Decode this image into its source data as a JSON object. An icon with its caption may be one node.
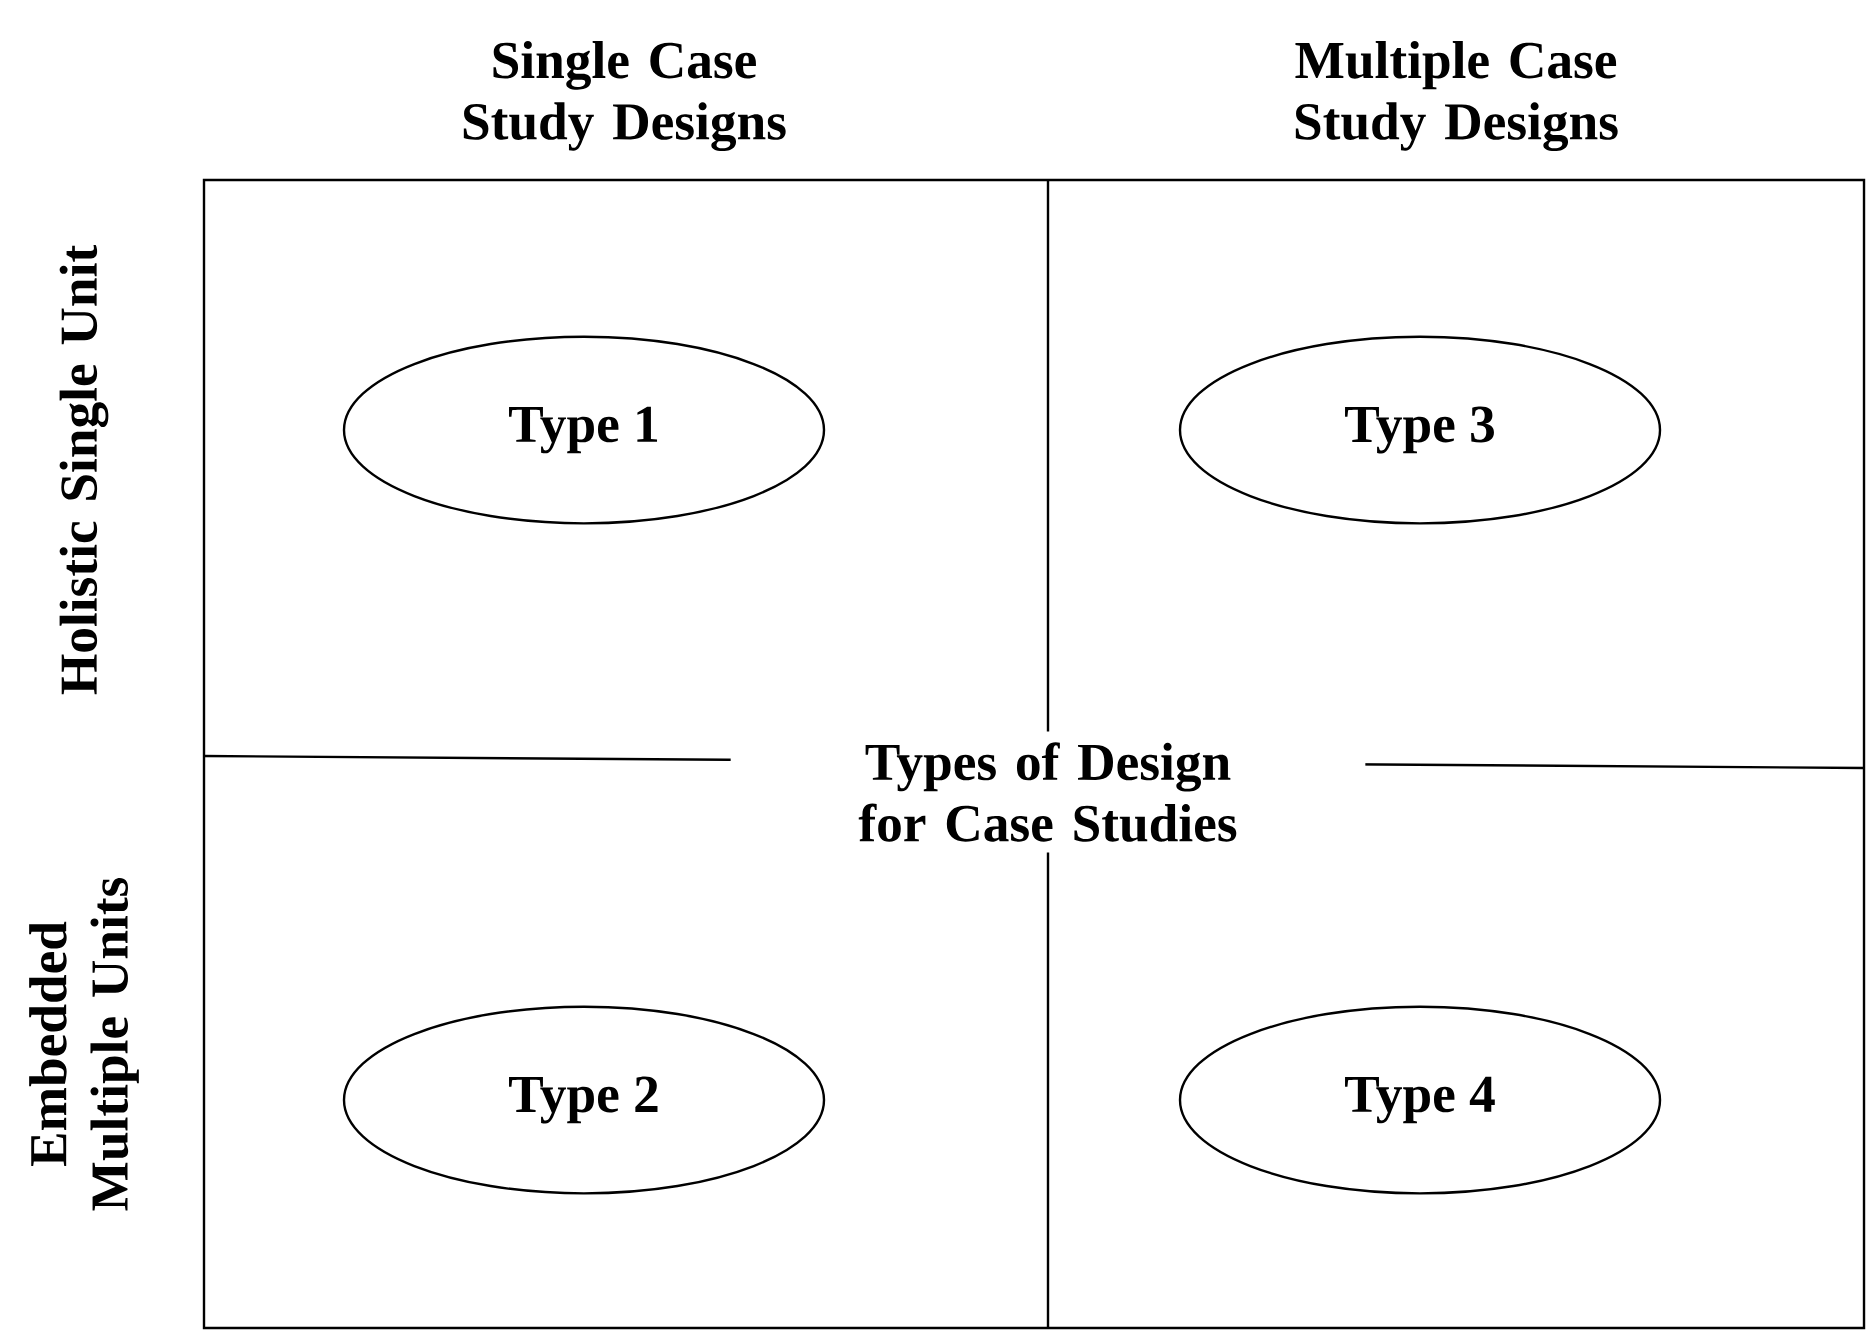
{
  "diagram": {
    "title": "Types of Design for Case Studies",
    "nodes": [
      {
        "text": [
          "Type 1"
        ]
      },
      {
        "text": [
          "Type 3"
        ]
      },
      {
        "text": [
          "Type 2"
        ]
      },
      {
        "text": [
          "Type 4"
        ]
      }
    ],
    "labels": [
      "Single Case Study Designs",
      "Multiple Case Study Designs",
      "Holistic Single Unit",
      "Embedded Multiple Units"
    ]
  }
}
